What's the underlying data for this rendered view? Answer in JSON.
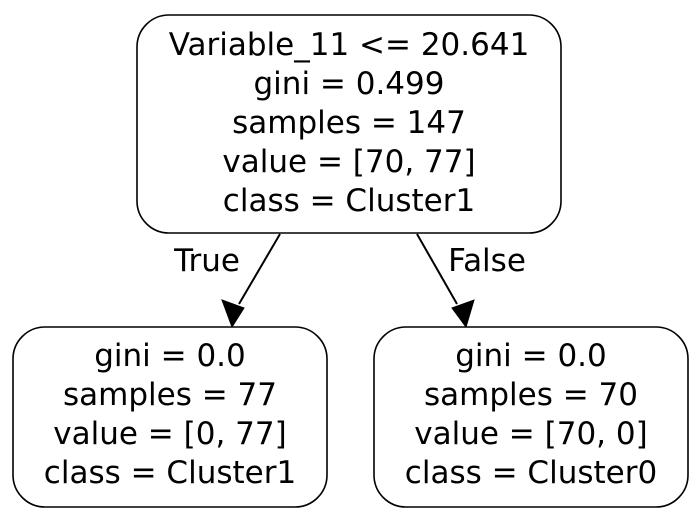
{
  "tree": {
    "root": {
      "lines": [
        "Variable_11 <= 20.641",
        "gini = 0.499",
        "samples = 147",
        "value = [70, 77]",
        "class = Cluster1"
      ]
    },
    "left": {
      "lines": [
        "gini = 0.0",
        "samples = 77",
        "value = [0, 77]",
        "class = Cluster1"
      ]
    },
    "right": {
      "lines": [
        "gini = 0.0",
        "samples = 70",
        "value = [70, 0]",
        "class = Cluster0"
      ]
    },
    "edges": {
      "true_label": "True",
      "false_label": "False"
    }
  }
}
